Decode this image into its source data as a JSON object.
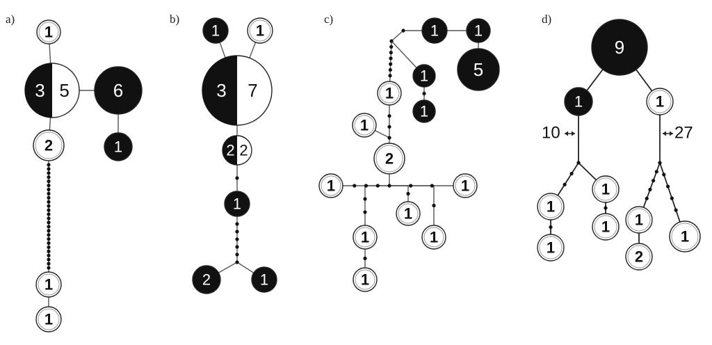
{
  "colors": {
    "filled": "#111111",
    "open": "#ffffff",
    "outline": "#222222",
    "edge": "#555555"
  },
  "panels": [
    {
      "label": "a)",
      "nodes": [
        {
          "id": "a1",
          "count": "1",
          "style": "open"
        },
        {
          "id": "a2",
          "style": "split",
          "counts": {
            "open": "5",
            "filled": "3"
          }
        },
        {
          "id": "a3",
          "count": "6",
          "style": "filled"
        },
        {
          "id": "a4",
          "count": "2",
          "style": "open"
        },
        {
          "id": "a5",
          "count": "1",
          "style": "filled"
        },
        {
          "id": "a6",
          "count": "1",
          "style": "open"
        },
        {
          "id": "a7",
          "count": "1",
          "style": "open"
        }
      ]
    },
    {
      "label": "b)",
      "nodes": [
        {
          "id": "b1",
          "count": "1",
          "style": "filled"
        },
        {
          "id": "b2",
          "count": "1",
          "style": "open"
        },
        {
          "id": "b3",
          "style": "split",
          "counts": {
            "filled": "3",
            "open": "7"
          }
        },
        {
          "id": "b4",
          "style": "split",
          "counts": {
            "filled": "2",
            "open": "2"
          }
        },
        {
          "id": "b5",
          "count": "1",
          "style": "filled"
        },
        {
          "id": "b6",
          "count": "2",
          "style": "filled"
        },
        {
          "id": "b7",
          "count": "1",
          "style": "filled"
        }
      ]
    },
    {
      "label": "c)",
      "nodes": [
        {
          "id": "c1",
          "count": "1",
          "style": "filled"
        },
        {
          "id": "c2",
          "count": "1",
          "style": "filled"
        },
        {
          "id": "c3",
          "count": "5",
          "style": "filled"
        },
        {
          "id": "c4",
          "count": "1",
          "style": "filled"
        },
        {
          "id": "c5",
          "count": "1",
          "style": "filled"
        },
        {
          "id": "c6",
          "count": "1",
          "style": "open"
        },
        {
          "id": "c7",
          "count": "1",
          "style": "open"
        },
        {
          "id": "c8",
          "count": "2",
          "style": "open"
        },
        {
          "id": "c9",
          "count": "1",
          "style": "open"
        },
        {
          "id": "c10",
          "count": "1",
          "style": "open"
        },
        {
          "id": "c11",
          "count": "1",
          "style": "open"
        },
        {
          "id": "c12",
          "count": "1",
          "style": "open"
        },
        {
          "id": "c13",
          "count": "1",
          "style": "open"
        },
        {
          "id": "c14",
          "count": "1",
          "style": "open"
        }
      ]
    },
    {
      "label": "d)",
      "nodes": [
        {
          "id": "d1",
          "count": "9",
          "style": "filled"
        },
        {
          "id": "d2",
          "count": "1",
          "style": "filled"
        },
        {
          "id": "d3",
          "count": "1",
          "style": "open"
        },
        {
          "id": "d4",
          "count": "1",
          "style": "open"
        },
        {
          "id": "d5",
          "count": "1",
          "style": "open"
        },
        {
          "id": "d6",
          "count": "1",
          "style": "open"
        },
        {
          "id": "d7",
          "count": "1",
          "style": "open"
        },
        {
          "id": "d8",
          "count": "1",
          "style": "open"
        },
        {
          "id": "d9",
          "count": "1",
          "style": "open"
        },
        {
          "id": "d10",
          "count": "2",
          "style": "open"
        }
      ],
      "annotations": [
        {
          "id": "d-left-steps",
          "text": "10"
        },
        {
          "id": "d-right-steps",
          "text": "27"
        }
      ]
    }
  ]
}
